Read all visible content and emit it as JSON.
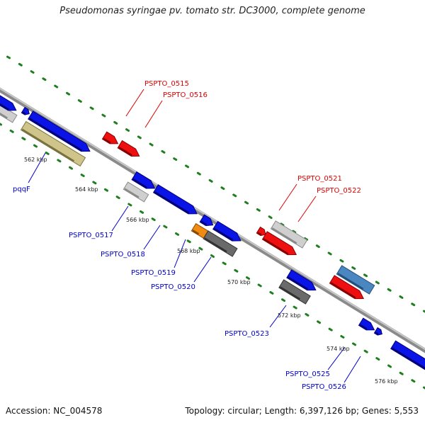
{
  "header": {
    "title": "Pseudomonas syringae pv. tomato str. DC3000, complete genome"
  },
  "footer": {
    "accession": "Accession: NC_004578",
    "stats": "Topology: circular; Length: 6,397,126 bp; Genes: 5,553"
  },
  "colors": {
    "backbone": "#8a8a8a",
    "dots": "#1f7f1f",
    "label_red": "#dd0000",
    "label_blue": "#0000cc"
  },
  "ticks": [
    "562 kbp",
    "564 kbp",
    "566 kbp",
    "568 kbp",
    "570 kbp",
    "572 kbp",
    "574 kbp",
    "576 kbp"
  ],
  "gene_labels": [
    {
      "text": "PSPTO_0515",
      "color": "red"
    },
    {
      "text": "PSPTO_0516",
      "color": "red"
    },
    {
      "text": "PSPTO_0521",
      "color": "red"
    },
    {
      "text": "PSPTO_0522",
      "color": "red"
    },
    {
      "text": "pqqF",
      "color": "blue"
    },
    {
      "text": "PSPTO_0517",
      "color": "blue"
    },
    {
      "text": "PSPTO_0518",
      "color": "blue"
    },
    {
      "text": "PSPTO_0519",
      "color": "blue"
    },
    {
      "text": "PSPTO_0520",
      "color": "blue"
    },
    {
      "text": "PSPTO_0523",
      "color": "blue"
    },
    {
      "text": "PSPTO_0525",
      "color": "blue"
    },
    {
      "text": "PSPTO_0526",
      "color": "blue"
    }
  ]
}
